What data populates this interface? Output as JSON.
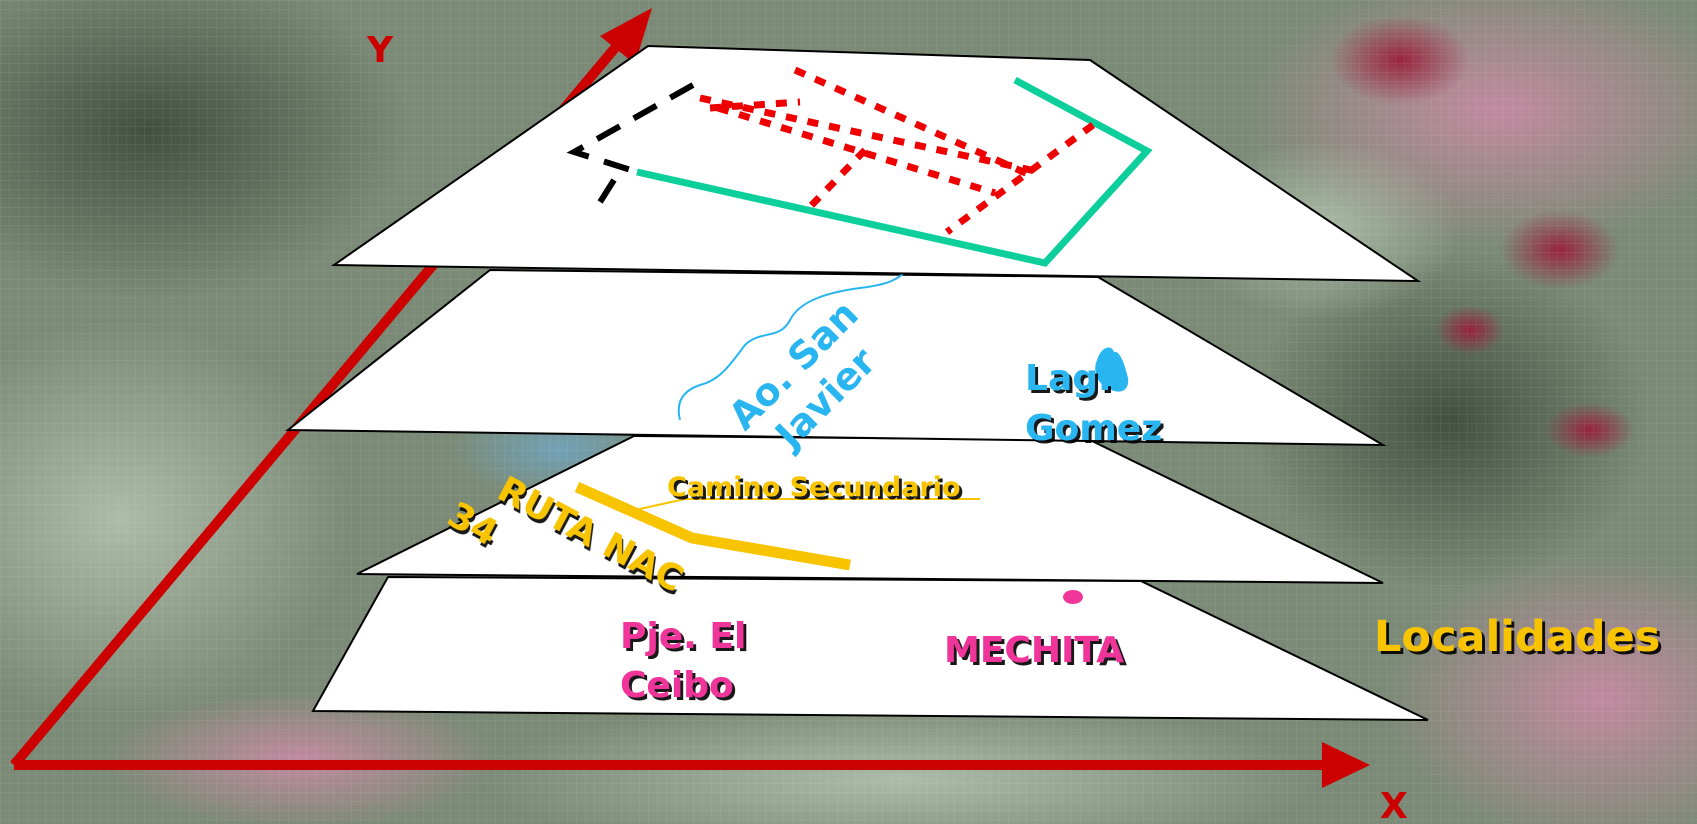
{
  "axes": {
    "y_label": "Y",
    "x_label": "X"
  },
  "layers": {
    "hydrography": {
      "stream_label_line1": "Ao. San",
      "stream_label_line2": "Javier",
      "lagoon_label_line1": "Lag.",
      "lagoon_label_line2": "Gomez"
    },
    "roads": {
      "secondary_road_label": "Camino Secundario",
      "national_route_line1": "RUTA NAC",
      "national_route_line2": "34"
    },
    "localities": {
      "title": "Localidades",
      "place1_line1": "Pje. El",
      "place1_line2": "Ceibo",
      "place2": "MECHITA"
    }
  },
  "colors": {
    "axis": "#cc0000",
    "boundary_green": "#0ccf9c",
    "dotted_red": "#ee0000",
    "dashed_black": "#000000",
    "hydro_blue": "#29b6f0",
    "road_yellow": "#f8c400",
    "locality_pink": "#f0369a",
    "layer_fill": "#ffffff"
  },
  "background": "satellite-image"
}
